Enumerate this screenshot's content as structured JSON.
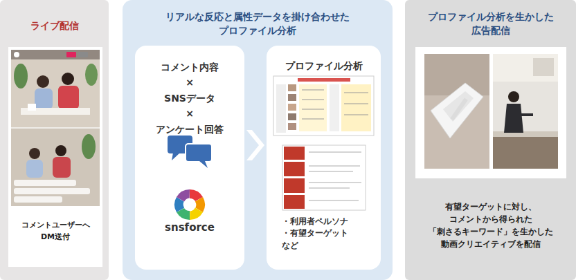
{
  "diagram": {
    "nodes": [
      {
        "text": [
          "ライブ配信"
        ]
      },
      {
        "text": [
          "コメントユーザーへ DM送付"
        ],
        "in": 0
      },
      {
        "text": [
          "リアルな反応と属性データを掛け合わせた プロファイル分析"
        ]
      },
      {
        "text": [
          "コメント内容 × SNSデータ × アンケート回答"
        ],
        "in": 2
      },
      {
        "text": [
          "プロファイル分析",
          "・利用者ペルソナ ・有望ターゲット など"
        ],
        "in": 2
      },
      {
        "text": [
          "プロファイル分析を生かした 広告配信",
          "有望ターゲットに対し、 コメントから得られた 「刺さるキーワード」を生かした 動画クリエイティブを配信"
        ]
      }
    ],
    "edges": [
      {
        "from": 3,
        "to": 4,
        "arrow": "to"
      }
    ],
    "labels": [
      "snsforce"
    ]
  }
}
